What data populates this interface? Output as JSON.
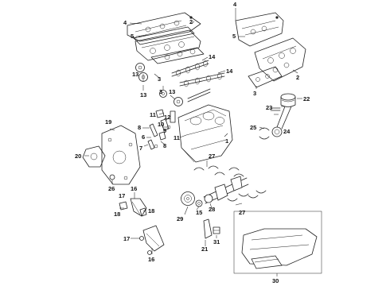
{
  "callouts": {
    "c1": "1",
    "c2a": "2",
    "c2b": "2",
    "c3a": "3",
    "c3b": "3",
    "c3c": "3",
    "c4a": "4",
    "c4b": "4",
    "c5a": "5",
    "c5b": "5",
    "c6": "6",
    "c7": "7",
    "c8": "8",
    "c9": "9",
    "c10": "10",
    "c11a": "11",
    "c11b": "11",
    "c12": "12",
    "c13a": "13",
    "c13b": "13",
    "c13c": "13",
    "c14a": "14",
    "c14b": "14",
    "c15": "15",
    "c16a": "16",
    "c16b": "16",
    "c17a": "17",
    "c17b": "17",
    "c18a": "18",
    "c18b": "18",
    "c19": "19",
    "c20": "20",
    "c21": "21",
    "c22": "22",
    "c23": "23",
    "c24": "24",
    "c25": "25",
    "c26": "26",
    "c27a": "27",
    "c27b": "27",
    "c28": "28",
    "c29": "29",
    "c30": "30",
    "c31": "31"
  }
}
